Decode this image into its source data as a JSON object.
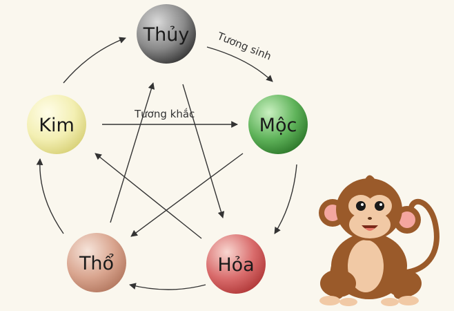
{
  "diagram": {
    "nodes": [
      {
        "id": "thuy",
        "label": "Thủy",
        "color": "#8a8a8a"
      },
      {
        "id": "moc",
        "label": "Mộc",
        "color": "#5fb35a"
      },
      {
        "id": "hoa",
        "label": "Hỏa",
        "color": "#d96c6c"
      },
      {
        "id": "tho",
        "label": "Thổ",
        "color": "#d9a58f"
      },
      {
        "id": "kim",
        "label": "Kim",
        "color": "#f3efb3"
      }
    ],
    "cycle_generating": {
      "label": "Tương sinh",
      "order": [
        "thuy",
        "moc",
        "hoa",
        "tho",
        "kim"
      ]
    },
    "cycle_overcoming": {
      "label": "Tương khắc",
      "edges": [
        [
          "kim",
          "moc"
        ],
        [
          "moc",
          "tho"
        ],
        [
          "tho",
          "thuy"
        ],
        [
          "thuy",
          "hoa"
        ],
        [
          "hoa",
          "kim"
        ]
      ]
    }
  },
  "illustration": {
    "icon": "monkey-icon"
  }
}
